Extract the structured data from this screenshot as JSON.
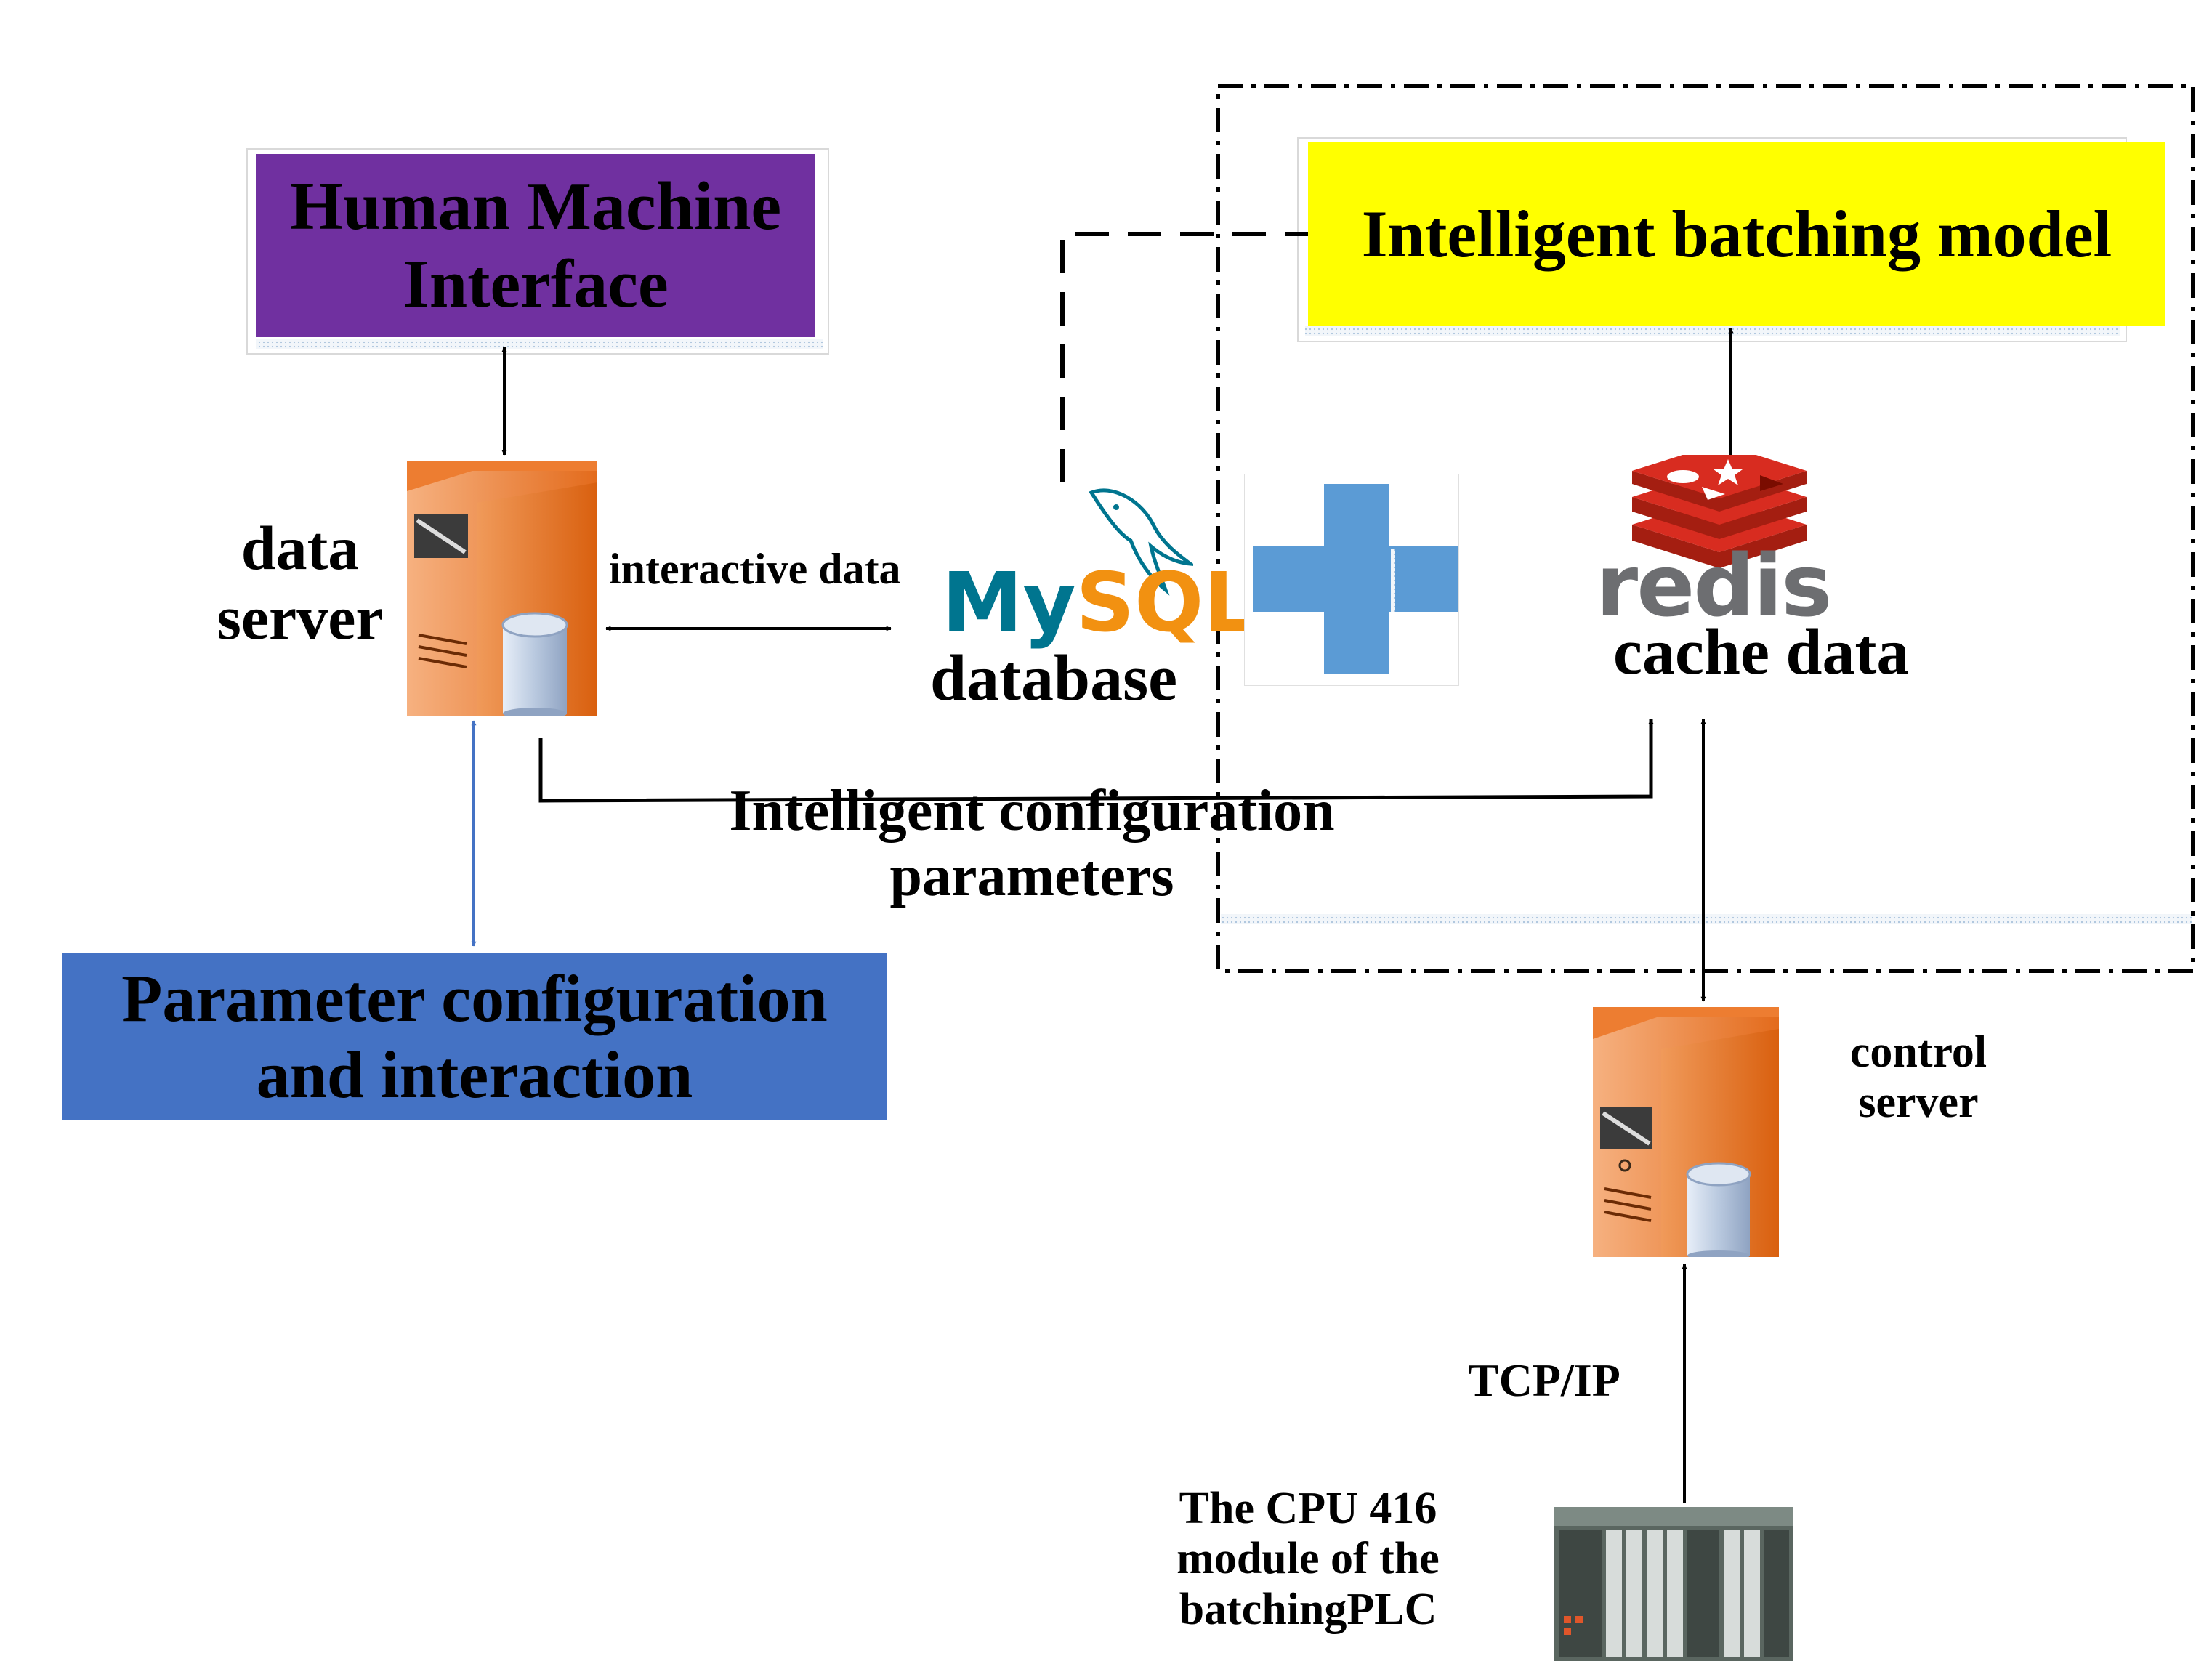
{
  "colors": {
    "hmi_fill": "#7030a0",
    "param_fill": "#4472c4",
    "model_fill": "#ffff00",
    "plus_fill": "#5b9bd5",
    "server_orange": "#ed7d31",
    "blue_link": "#4472c4",
    "redis_red": "#d82c20",
    "redis_text": "#6d6e71",
    "mysql_blue": "#00758f",
    "mysql_orange": "#f29111",
    "line": "#000000"
  },
  "nodes": {
    "hmi": {
      "line1": "Human Machine",
      "line2": "Interface"
    },
    "param": {
      "line1": "Parameter configuration",
      "line2": "and interaction"
    },
    "model": {
      "label": "Intelligent batching model"
    },
    "data_server": {
      "line1": "data",
      "line2": "server",
      "icon": "server-tower-icon"
    },
    "mysql": {
      "logo_my": "My",
      "logo_sql": "SQL",
      "logo_tm": "™",
      "caption": "database",
      "icon": "mysql-dolphin-icon"
    },
    "plus": {
      "icon": "plus-icon"
    },
    "redis": {
      "logo_text": "redis",
      "caption": "cache data",
      "icon": "redis-cube-icon"
    },
    "control_server": {
      "line1": "control",
      "line2": "server",
      "icon": "server-tower-icon"
    },
    "plc": {
      "line1": "The CPU 416",
      "line2": "module of the",
      "line3": "batchingPLC",
      "icon": "plc-rack-icon"
    }
  },
  "edges": {
    "interactive": {
      "label": "interactive data"
    },
    "config": {
      "line1": "Intelligent configuration",
      "line2": "parameters"
    },
    "tcp": {
      "label": "TCP/IP"
    }
  }
}
